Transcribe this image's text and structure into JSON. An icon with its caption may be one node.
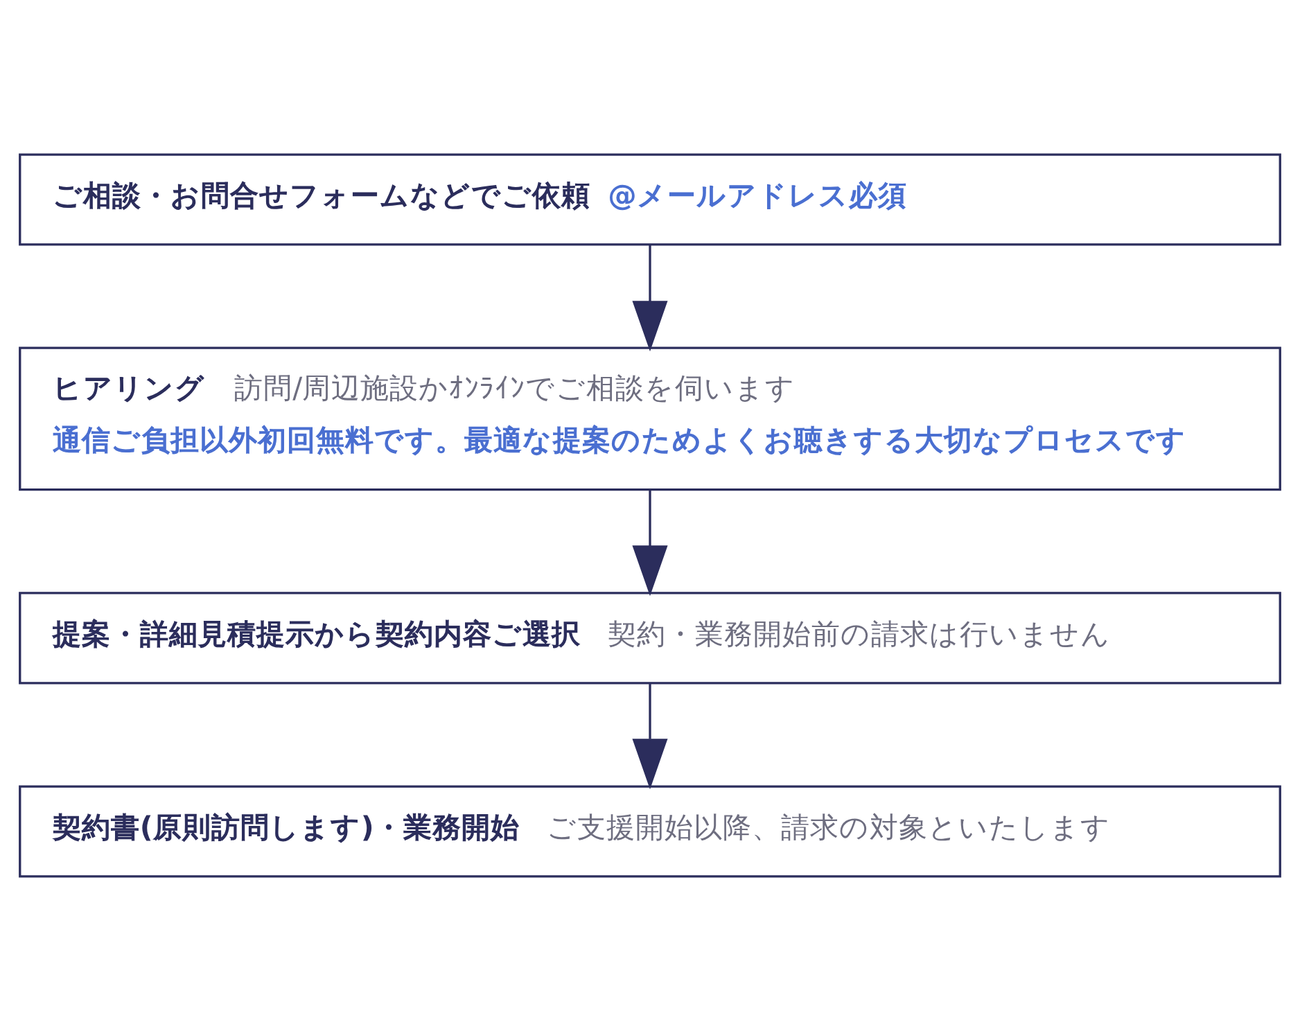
{
  "diagram": {
    "nodes": [
      {
        "text": [
          "ご相談・お問合せフォームなどでご依頼",
          "@メールアドレス必須"
        ]
      },
      {
        "text": [
          "ヒアリング",
          "訪問/周辺施設かｵﾝﾗｲﾝでご相談を伺います",
          "通信ご負担以外初回無料です。最適な提案のためよくお聴きする大切なプロセスです"
        ]
      },
      {
        "text": [
          "提案・詳細見積提示から契約内容ご選択",
          "契約・業務開始前の請求は行いません"
        ]
      },
      {
        "text": [
          "契約書(原則訪問します)・業務開始",
          "ご支援開始以降、請求の対象といたします"
        ]
      }
    ],
    "edges": [
      {
        "from": 0,
        "to": 1,
        "arrow": "to"
      },
      {
        "from": 1,
        "to": 2,
        "arrow": "to"
      },
      {
        "from": 2,
        "to": 3,
        "arrow": "to"
      }
    ]
  }
}
